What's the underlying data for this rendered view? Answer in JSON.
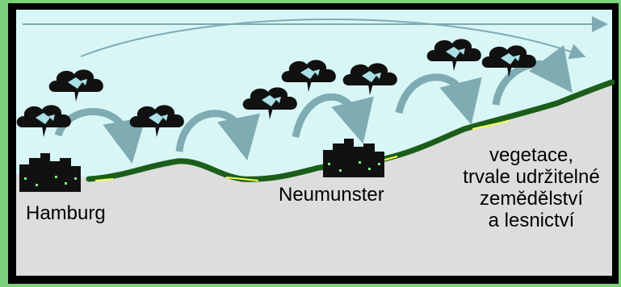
{
  "labels": {
    "city_left": "Hamburg",
    "city_middle": "Neumunster",
    "vegetation_lines": [
      "vegetace,",
      "trvale udržitelné",
      "zemědělství",
      "a lesnictví"
    ]
  },
  "colors": {
    "outer_border": "#7dd17d",
    "frame": "#000000",
    "sky": "#d9f6f7",
    "ground": "#dddddd",
    "green_strip": "#1a5e1a",
    "yellow_dash": "#ffff4d",
    "arrow": "#7fabb3",
    "cloud": "#111111",
    "cloud_highlight": "#a8e0e6",
    "city": "#111111",
    "city_windows": "#7cff7c"
  },
  "icons": {
    "storm_cloud": "storm-cloud-icon",
    "city": "city-skyline-icon",
    "arrow": "circulation-arrow-icon"
  }
}
